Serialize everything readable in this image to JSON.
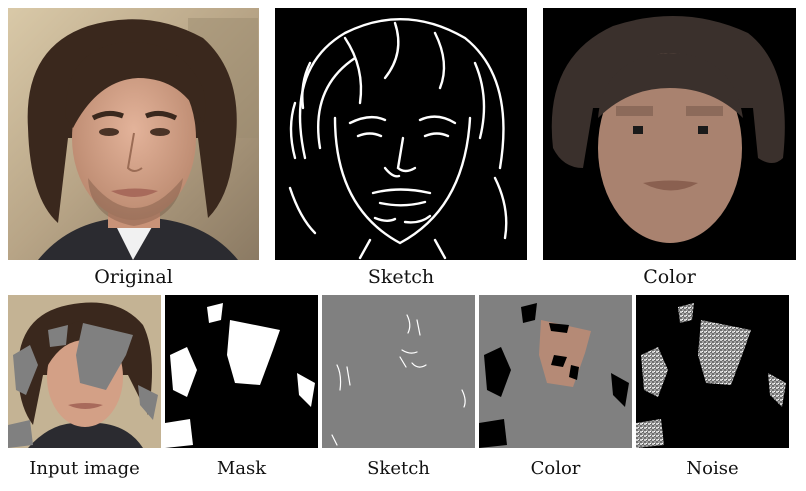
{
  "figure": {
    "top_row": [
      {
        "key": "original",
        "label": "Original"
      },
      {
        "key": "sketch",
        "label": "Sketch"
      },
      {
        "key": "color",
        "label": "Color"
      }
    ],
    "bottom_row": [
      {
        "key": "input",
        "label": "Input image"
      },
      {
        "key": "mask",
        "label": "Mask"
      },
      {
        "key": "sketch",
        "label": "Sketch"
      },
      {
        "key": "color",
        "label": "Color"
      },
      {
        "key": "noise",
        "label": "Noise"
      }
    ]
  },
  "colors": {
    "skin": "#c9a08a",
    "hair": "#3d2c22",
    "sketch_line": "#ffffff",
    "gray_fill": "#808080",
    "color_map_skin": "#a9826f",
    "color_map_hair": "#3a302c"
  }
}
